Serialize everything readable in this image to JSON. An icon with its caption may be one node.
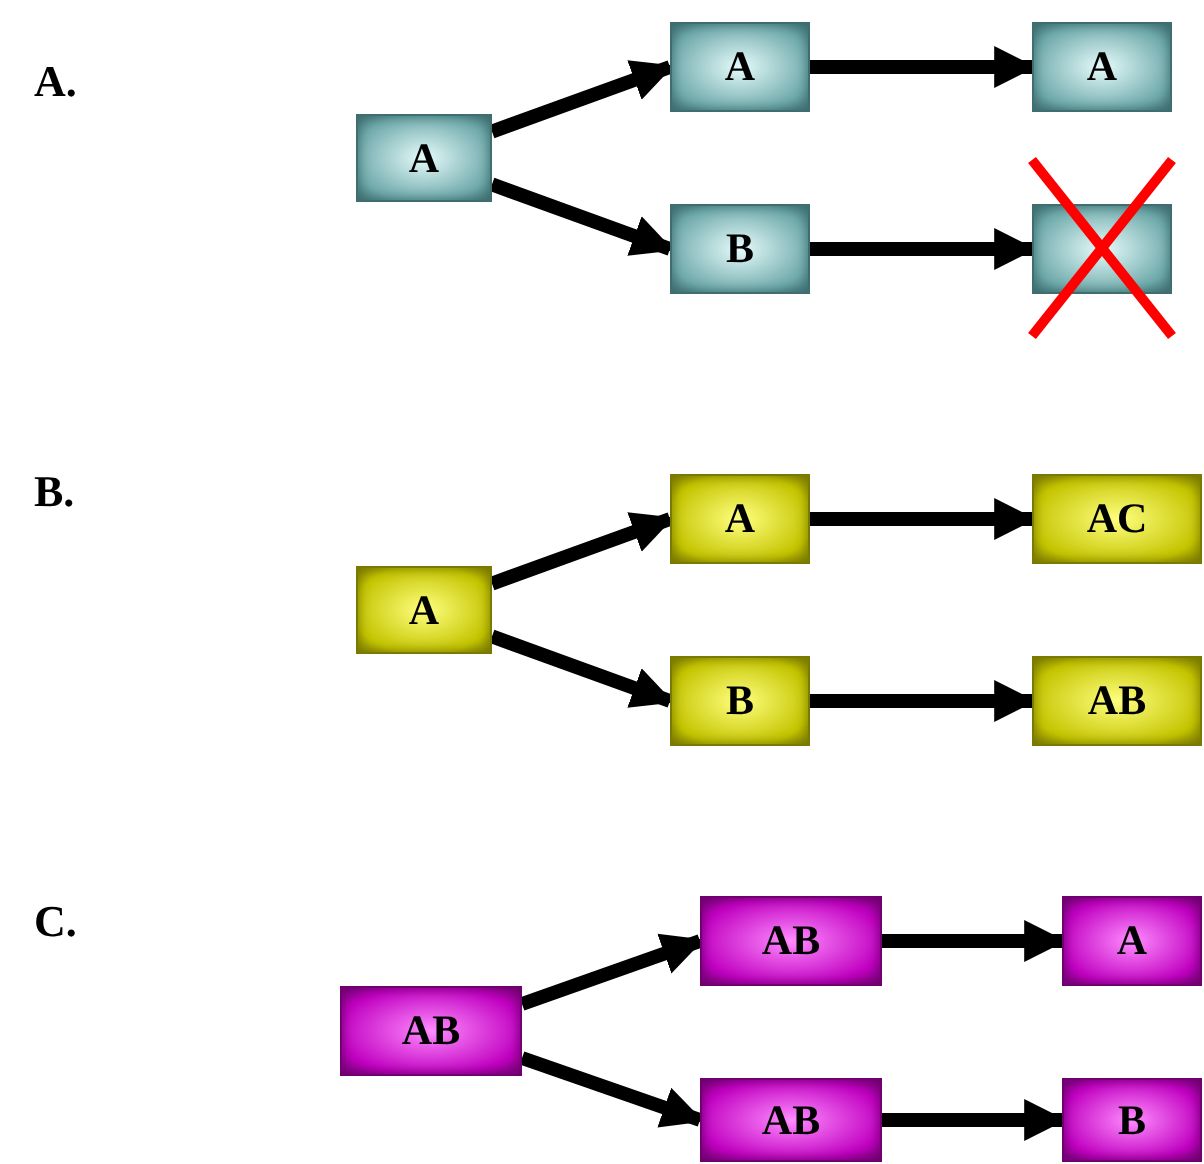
{
  "diagram": {
    "nodes": [
      {
        "text": [
          "A"
        ]
      },
      {
        "text": [
          "A"
        ]
      },
      {
        "text": [
          "B"
        ]
      },
      {
        "text": [
          "A"
        ]
      },
      {
        "text": [],
        "shape": "box"
      },
      {
        "text": [
          "A"
        ]
      },
      {
        "text": [
          "A"
        ]
      },
      {
        "text": [
          "B"
        ]
      },
      {
        "text": [
          "AC"
        ]
      },
      {
        "text": [
          "AB"
        ]
      },
      {
        "text": [
          "AB"
        ]
      },
      {
        "text": [
          "AB"
        ]
      },
      {
        "text": [
          "AB"
        ]
      },
      {
        "text": [
          "A"
        ]
      },
      {
        "text": [
          "B"
        ]
      }
    ],
    "edges": [
      {
        "from": 0,
        "to": 1,
        "arrow": "to"
      },
      {
        "from": 0,
        "to": 2,
        "arrow": "to"
      },
      {
        "from": 1,
        "to": 3,
        "arrow": "to"
      },
      {
        "from": 2,
        "to": 4,
        "arrow": "to"
      },
      {
        "from": 5,
        "to": 6,
        "arrow": "to"
      },
      {
        "from": 5,
        "to": 7,
        "arrow": "to"
      },
      {
        "from": 6,
        "to": 8,
        "arrow": "to"
      },
      {
        "from": 7,
        "to": 9,
        "arrow": "to"
      },
      {
        "from": 10,
        "to": 11,
        "arrow": "to"
      },
      {
        "from": 10,
        "to": 12,
        "arrow": "to"
      },
      {
        "from": 11,
        "to": 13,
        "arrow": "to"
      },
      {
        "from": 12,
        "to": 14,
        "arrow": "to"
      }
    ],
    "labels": [
      "A.",
      "B.",
      "C."
    ]
  }
}
